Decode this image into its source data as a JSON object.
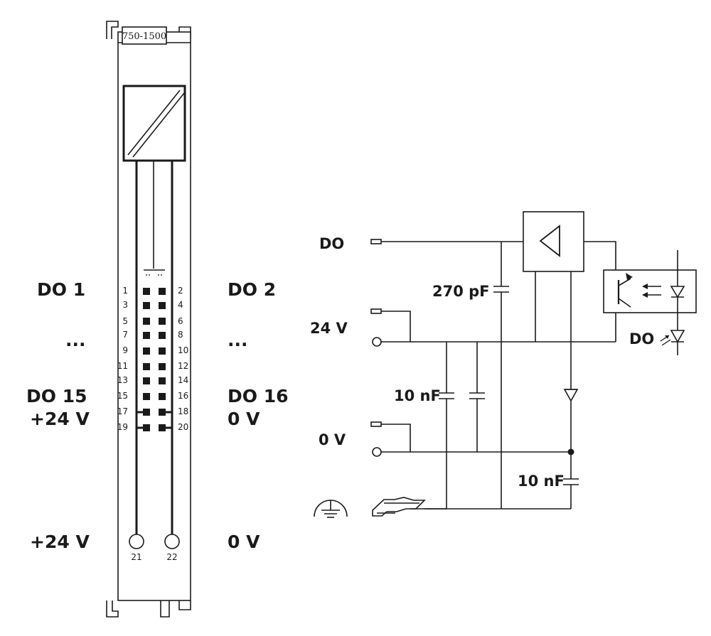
{
  "module": {
    "type_label": "750-1500",
    "pins_left": [
      "1",
      "3",
      "5",
      "7",
      "9",
      "11",
      "13",
      "15",
      "17",
      "19"
    ],
    "pins_right": [
      "2",
      "4",
      "6",
      "8",
      "10",
      "12",
      "14",
      "16",
      "18",
      "20"
    ],
    "pin_bottom_left": "21",
    "pin_bottom_right": "22"
  },
  "labels_left": {
    "do1": "DO 1",
    "ellipsis": "...",
    "do15": "DO 15",
    "plus24": "+24 V",
    "plus24_bottom": "+24 V"
  },
  "labels_right": {
    "do2": "DO 2",
    "ellipsis": "...",
    "do16": "DO 16",
    "zero_v": "0 V",
    "zero_v_bottom": "0 V"
  },
  "circuit": {
    "do_label": "DO",
    "v24_label": "24 V",
    "v0_label": "0 V",
    "cap_270pf": "270 pF",
    "cap_10nf_a": "10 nF",
    "cap_10nf_b": "10 nF",
    "led_label": "DO"
  }
}
